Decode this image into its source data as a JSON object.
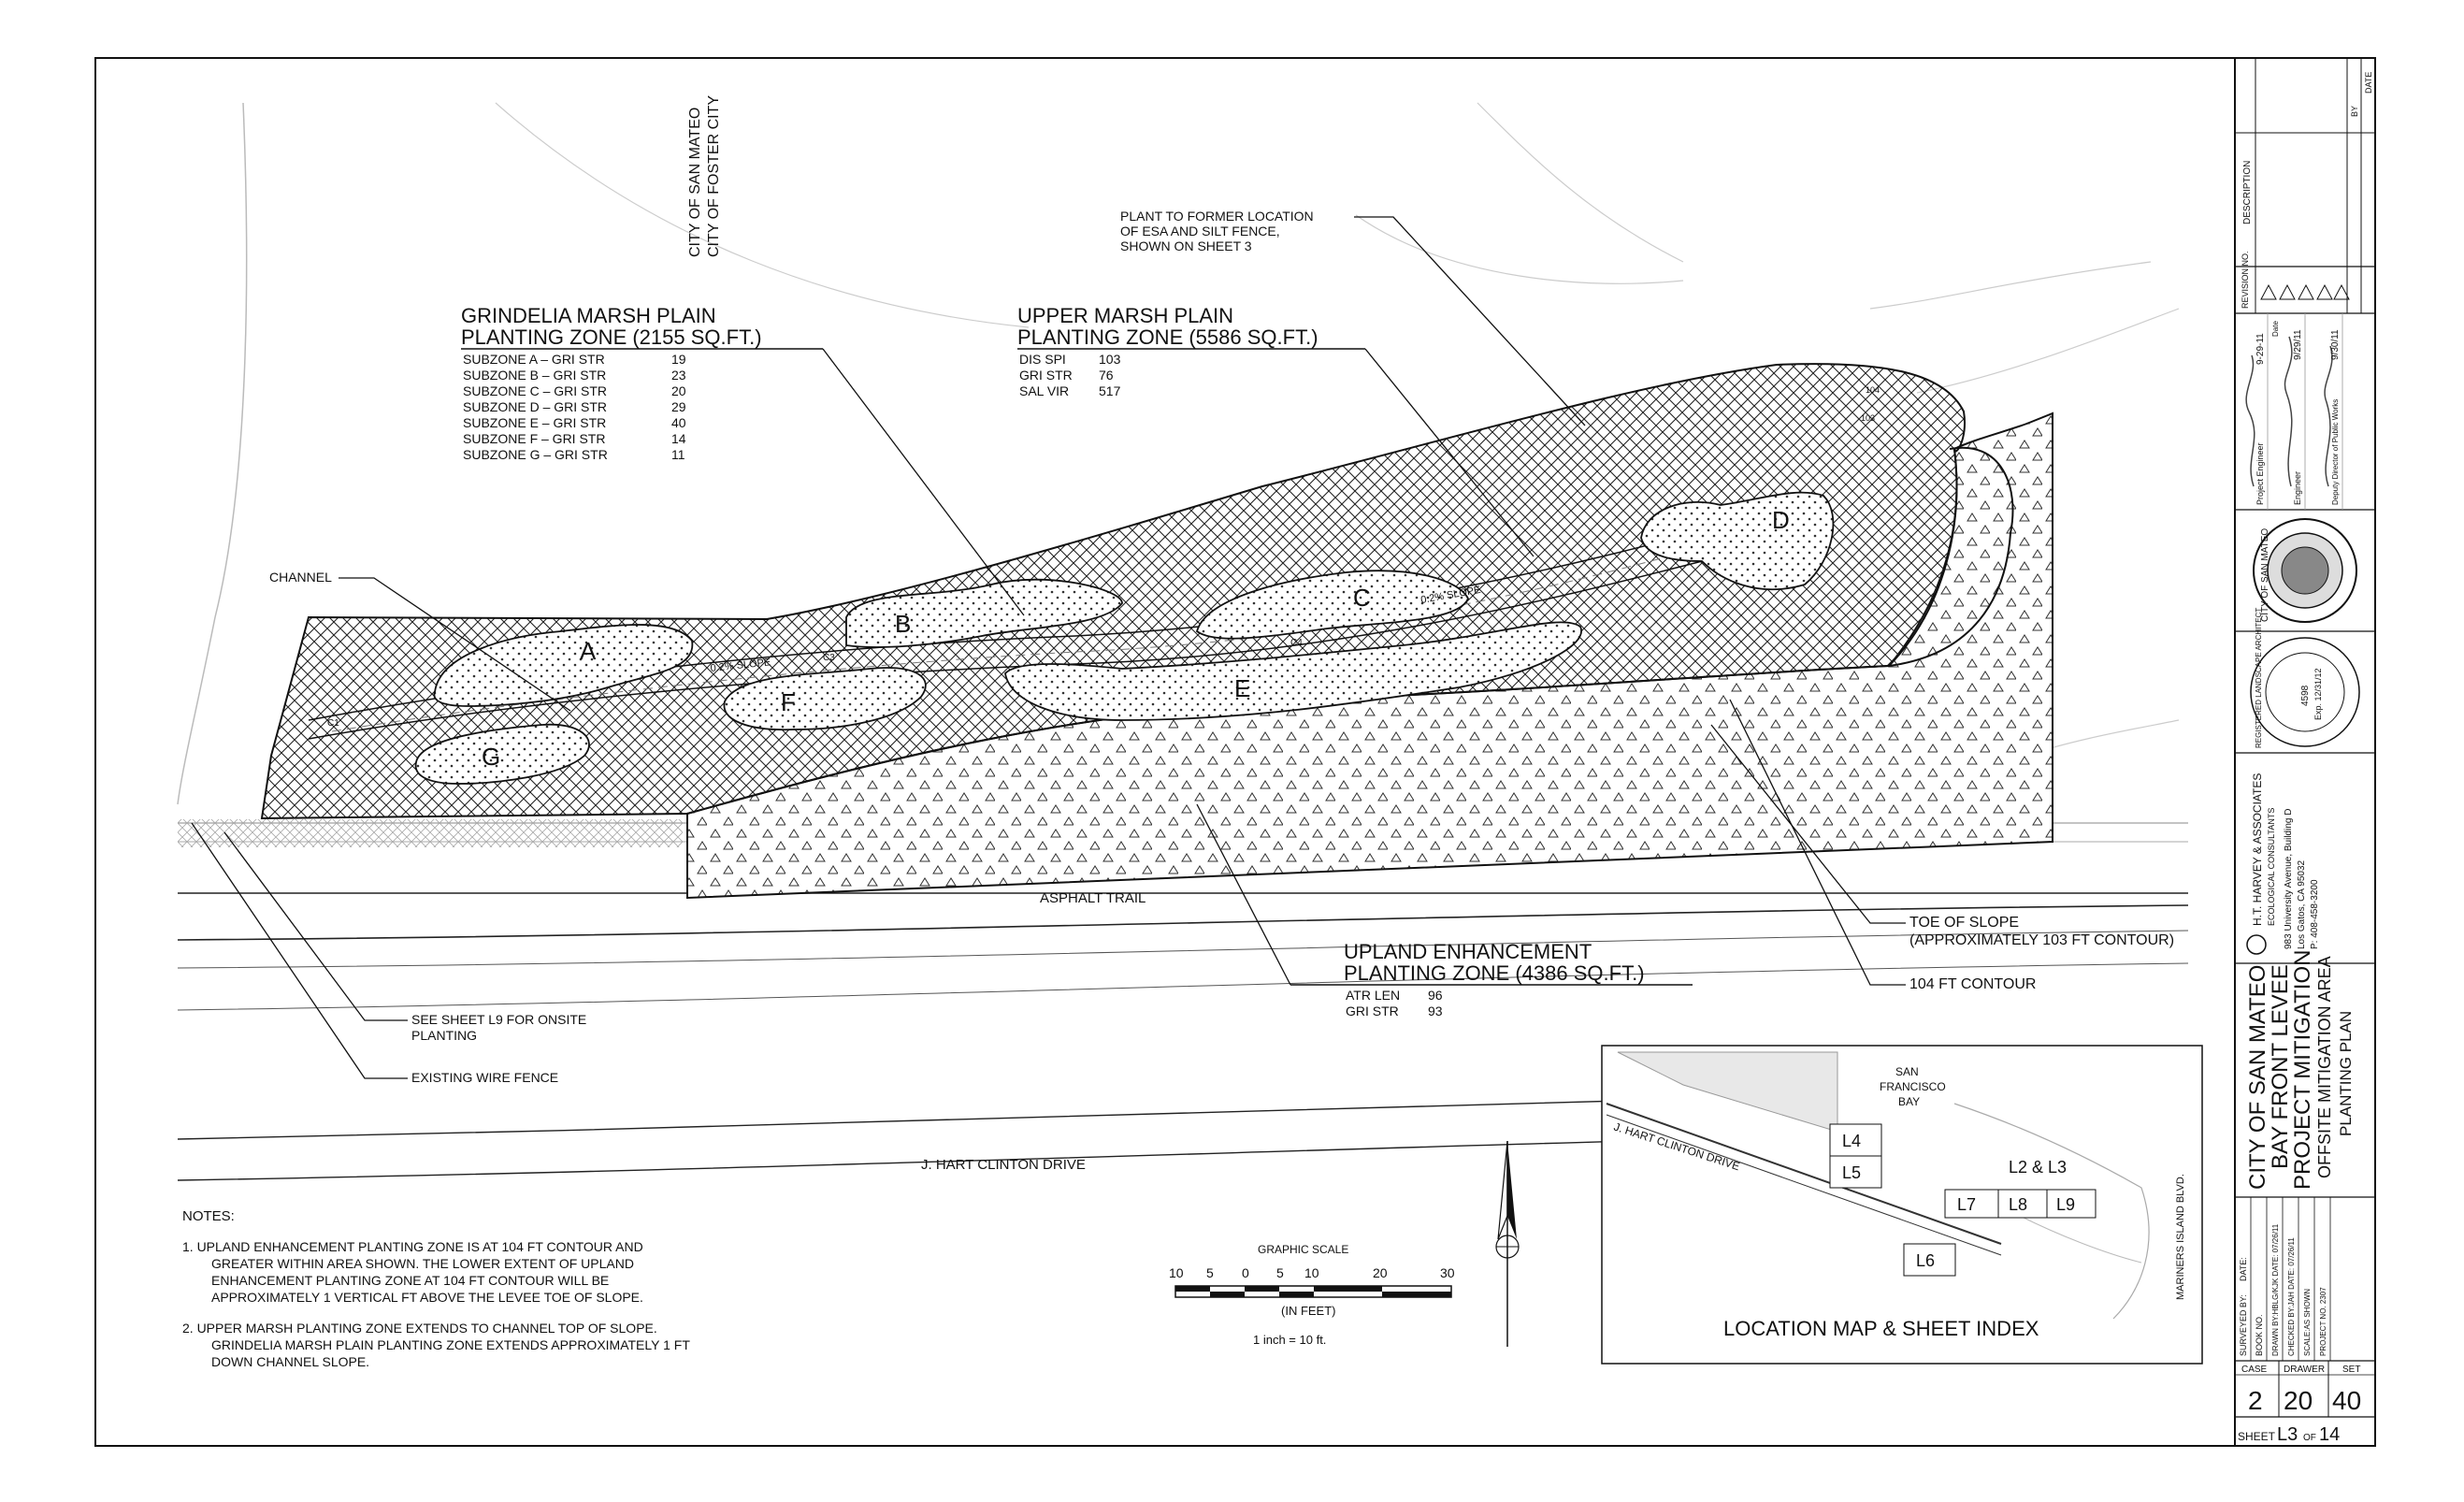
{
  "jurisdiction": {
    "line1": "CITY OF SAN MATEO",
    "line2": "CITY OF FOSTER CITY"
  },
  "zones": {
    "grindelia": {
      "title1": "GRINDELIA MARSH PLAIN",
      "title2": "PLANTING ZONE (2155 SQ.FT.)",
      "rows": [
        {
          "label": "SUBZONE A – GRI STR",
          "qty": "19"
        },
        {
          "label": "SUBZONE B – GRI STR",
          "qty": "23"
        },
        {
          "label": "SUBZONE C – GRI STR",
          "qty": "20"
        },
        {
          "label": "SUBZONE D – GRI STR",
          "qty": "29"
        },
        {
          "label": "SUBZONE E – GRI STR",
          "qty": "40"
        },
        {
          "label": "SUBZONE F – GRI STR",
          "qty": "14"
        },
        {
          "label": "SUBZONE G – GRI STR",
          "qty": "11"
        }
      ]
    },
    "upper": {
      "title1": "UPPER MARSH PLAIN",
      "title2": "PLANTING ZONE (5586 SQ.FT.)",
      "rows": [
        {
          "label": "DIS SPI",
          "qty": "103"
        },
        {
          "label": "GRI STR",
          "qty": "76"
        },
        {
          "label": "SAL VIR",
          "qty": "517"
        }
      ]
    },
    "upland": {
      "title1": "UPLAND ENHANCEMENT",
      "title2": "PLANTING ZONE (4386 SQ.FT.)",
      "rows": [
        {
          "label": "ATR LEN",
          "qty": "96"
        },
        {
          "label": "GRI STR",
          "qty": "93"
        }
      ]
    }
  },
  "subzones": [
    "A",
    "B",
    "C",
    "D",
    "E",
    "F",
    "G"
  ],
  "callouts": {
    "plant_former_1": "PLANT TO FORMER LOCATION",
    "plant_former_2": "OF ESA AND SILT FENCE,",
    "plant_former_3": "SHOWN ON SHEET 3",
    "channel": "CHANNEL",
    "toe_1": "TOE OF SLOPE",
    "toe_2": "(APPROXIMATELY 103 FT CONTOUR)",
    "contour104": "104 FT CONTOUR",
    "see_sheet_1": "SEE SHEET L9 FOR ONSITE",
    "see_sheet_2": "PLANTING",
    "wire_fence": "EXISTING WIRE FENCE",
    "asphalt": "ASPHALT TRAIL",
    "drive": "J. HART CLINTON DRIVE",
    "slope": "0.2% SLOPE",
    "c1": "C1",
    "c3": "C3",
    "c4": "C4",
    "contour_103": "103",
    "contour_104_small": "104"
  },
  "notes": {
    "heading": "NOTES:",
    "note1": [
      "1.  UPLAND ENHANCEMENT PLANTING ZONE IS AT 104 FT CONTOUR AND",
      "GREATER WITHIN AREA SHOWN. THE LOWER EXTENT OF UPLAND",
      "ENHANCEMENT PLANTING ZONE AT 104 FT CONTOUR WILL BE",
      "APPROXIMATELY 1 VERTICAL FT ABOVE THE LEVEE TOE OF SLOPE."
    ],
    "note2": [
      "2.  UPPER MARSH PLANTING ZONE EXTENDS TO CHANNEL TOP OF SLOPE.",
      "GRINDELIA MARSH PLAIN PLANTING ZONE EXTENDS APPROXIMATELY 1 FT",
      "DOWN CHANNEL SLOPE."
    ]
  },
  "scale": {
    "title": "GRAPHIC SCALE",
    "ticks": [
      "10",
      "5",
      "0",
      "5",
      "10",
      "20",
      "30"
    ],
    "unit": "(IN FEET)",
    "ratio": "1 inch = 10 ft."
  },
  "location_map": {
    "title": "LOCATION MAP & SHEET INDEX",
    "bay_1": "SAN",
    "bay_2": "FRANCISCO",
    "bay_3": "BAY",
    "road": "J. HART CLINTON DRIVE",
    "side_road": "MARINERS ISLAND BLVD.",
    "sheets": [
      "L4",
      "L5",
      "L2 & L3",
      "L7",
      "L8",
      "L9",
      "L6"
    ]
  },
  "title_block": {
    "revision_header": "REVISION NO.",
    "description_header": "DESCRIPTION",
    "by_header": "BY",
    "date_header": "DATE",
    "project_engineer": "Project Engineer",
    "engineer_label": "Engineer",
    "director": "Deputy Director of Public Works",
    "date_label": "Date",
    "city_seal": "CITY OF SAN MATEO",
    "la_seal": "REGISTERED LANDSCAPE ARCHITECT",
    "la_no": "4598",
    "la_exp": "Exp. 12/31/12",
    "firm_name": "H.T. HARVEY & ASSOCIATES",
    "firm_sub": "ECOLOGICAL CONSULTANTS",
    "firm_addr1": "983 University Avenue, Building D",
    "firm_addr2": "Los Gatos, CA 95032",
    "firm_phone": "P: 408-458-3200",
    "project_title_1": "CITY OF SAN MATEO",
    "project_title_2": "BAY FRONT LEVEE",
    "project_title_3": "PROJECT MITIGATION",
    "project_title_4": "OFFSITE MITIGATION AREA",
    "project_title_5": "PLANTING PLAN",
    "surveyed_by": "SURVEYED BY:",
    "surveyed_date": "DATE:",
    "book_no": "BOOK NO.",
    "drawn_by": "DRAWN BY:HBLG/KJK  DATE: 07/26/11",
    "checked_by": "CHECKED BY:JAH    DATE: 07/26/11",
    "scale_label": "SCALE:AS SHOWN",
    "project_no": "PROJECT NO. 2307",
    "case_label": "CASE",
    "drawer_label": "DRAWER",
    "set_label": "SET",
    "case_val": "2",
    "drawer_val": "20",
    "set_val": "40",
    "sheet_label": "SHEET",
    "sheet_no": "L3",
    "of_label": "OF",
    "sheet_total": "14",
    "signature_date_1": "9-29-11",
    "signature_date_2": "9/29/11",
    "signature_date_3": "9/30/11"
  }
}
